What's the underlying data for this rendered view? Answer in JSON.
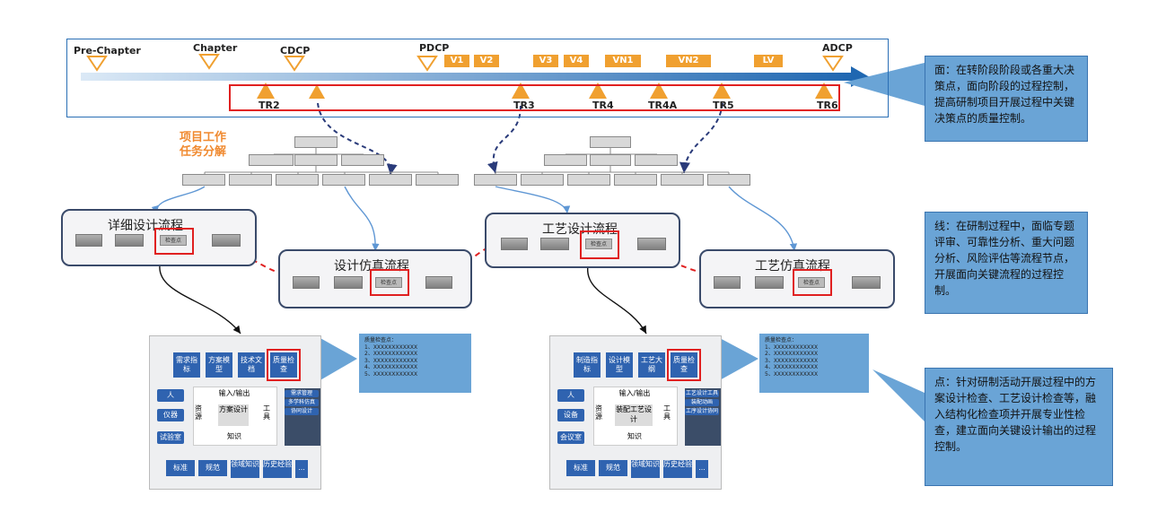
{
  "milestones_top": [
    "Pre-Chapter",
    "Chapter",
    "CDCP",
    "PDCP",
    "ADCP"
  ],
  "versions": [
    "V1",
    "V2",
    "V3",
    "V4",
    "VN1",
    "VN2",
    "LV"
  ],
  "tr_points": [
    "TR2",
    "TR3",
    "TR4",
    "TR4A",
    "TR5",
    "TR6"
  ],
  "callouts": {
    "face": "面：在转阶段阶段或各重大决策点，面向阶段的过程控制，提高研制项目开展过程中关键决策点的质量控制。",
    "line": "线：在研制过程中，面临专题评审、可靠性分析、重大问题分析、风险评估等流程节点，开展面向关键流程的过程控制。",
    "point": "点：针对研制活动开展过程中的方案设计检查、工艺设计检查等，融入结构化检查项并开展专业性检查，建立面向关键设计输出的过程控制。"
  },
  "wbs_title_1": "项目工作",
  "wbs_title_2": "任务分解",
  "flows": {
    "detail_design": "详细设计流程",
    "design_sim": "设计仿真流程",
    "process_design": "工艺设计流程",
    "process_sim": "工艺仿真流程",
    "checkpoint": "检查点"
  },
  "left_detail": {
    "top_buttons": [
      "需求指标",
      "方案模型",
      "技术文档",
      "质量检查"
    ],
    "left_buttons": [
      "人",
      "仪器",
      "试验室"
    ],
    "io": "输入/输出",
    "resource": "资源",
    "center": "方案设计",
    "tool": "工具",
    "knowledge": "知识",
    "tools": [
      "需求管理",
      "多学科仿真",
      "协同设计"
    ],
    "bottom_buttons": [
      "标准",
      "规范",
      "领域知识",
      "历史经验",
      "..."
    ]
  },
  "right_detail": {
    "top_buttons": [
      "制造指标",
      "设计模型",
      "工艺大纲",
      "质量检查"
    ],
    "left_buttons": [
      "人",
      "设备",
      "会议室"
    ],
    "io": "输入/输出",
    "resource": "资源",
    "center": "装配工艺设计",
    "tool": "工具",
    "knowledge": "知识",
    "tools": [
      "工艺设计工具",
      "装配动画",
      "工序设计协同"
    ],
    "bottom_buttons": [
      "标准",
      "规范",
      "领域知识",
      "历史经验",
      "..."
    ]
  },
  "quality_note": "质量检查点：\n1、XXXXXXXXXXXX\n2、XXXXXXXXXXXX\n3、XXXXXXXXXXXX\n4、XXXXXXXXXXXX\n5、XXXXXXXXXXXX",
  "colors": {
    "accent_blue": "#2f63b0",
    "callout": "#6aa4d6",
    "milestone": "#f0a030",
    "check_red": "#e02020",
    "wbs_orange": "#f08a30"
  }
}
